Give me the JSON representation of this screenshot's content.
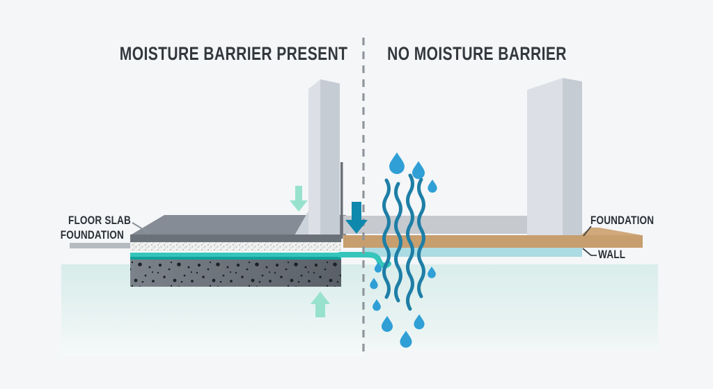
{
  "diagram": {
    "left_panel": {
      "title": "MOISTURE BARRIER PRESENT",
      "labels": {
        "floor_slab": "FLOOR SLAB",
        "foundation": "FOUNDATION"
      }
    },
    "right_panel": {
      "title": "NO MOISTURE BARRIER",
      "labels": {
        "foundation": "FOUNDATION",
        "wall": "WALL"
      }
    }
  },
  "icons": {
    "left_down_arrow": "mint-down-arrow-icon",
    "left_up_arrow": "mint-up-arrow-icon",
    "barrier_down_arrow": "teal-down-arrow-icon",
    "moisture_waves": "rising-moisture-wave-icon",
    "water_drops": "water-droplet-icon",
    "divider": "dashed-divider-line"
  },
  "colors": {
    "background": "#f4f6f8",
    "title_text": "#33383d",
    "label_text": "#2b3036",
    "divider": "#8f959c",
    "wall_front": "#dce0e6",
    "wall_side": "#c6ccd4",
    "wall_flare": "#cdd3da",
    "slab_top": "#858c95",
    "slab_edge": "#6a7179",
    "insulation": "#f1f1ef",
    "barrier_teal": "#36c5bb",
    "barrier_teal_dark": "#12a09a",
    "concrete_light": "#7b828a",
    "concrete_dark": "#555b63",
    "aggregate_dot": "#1d2227",
    "ground_left": "#d7ecea",
    "ground_right": "#d9ecea",
    "tan_foundation": "#c79e6e",
    "tan_wedge": "#d0a97b",
    "cyan_wall_layer": "#abdbe3",
    "gray_band": "#c6c9ce",
    "mint_arrow": "#98e2cd",
    "teal_arrow": "#0e88ad",
    "wave_blue": "#1e7ea6",
    "drop_blue": "#2f9fd6",
    "foundation_bar": "#b6bbc1",
    "leader_gray": "#8a9199",
    "leader_dark": "#3b4046",
    "barrier_line": "#6a7076"
  }
}
